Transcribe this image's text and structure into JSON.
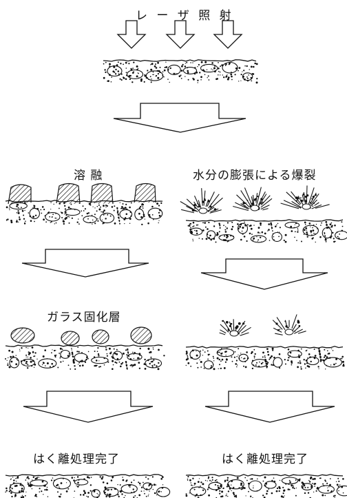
{
  "title": "レ ー ザ 照 射",
  "left_column": {
    "step1_label": "溶 融",
    "step2_label": "ガラス固化層",
    "step3_label": "はく離処理完了"
  },
  "right_column": {
    "step1_label": "水分の膨張による爆裂",
    "step3_label": "はく離処理完了"
  }
}
